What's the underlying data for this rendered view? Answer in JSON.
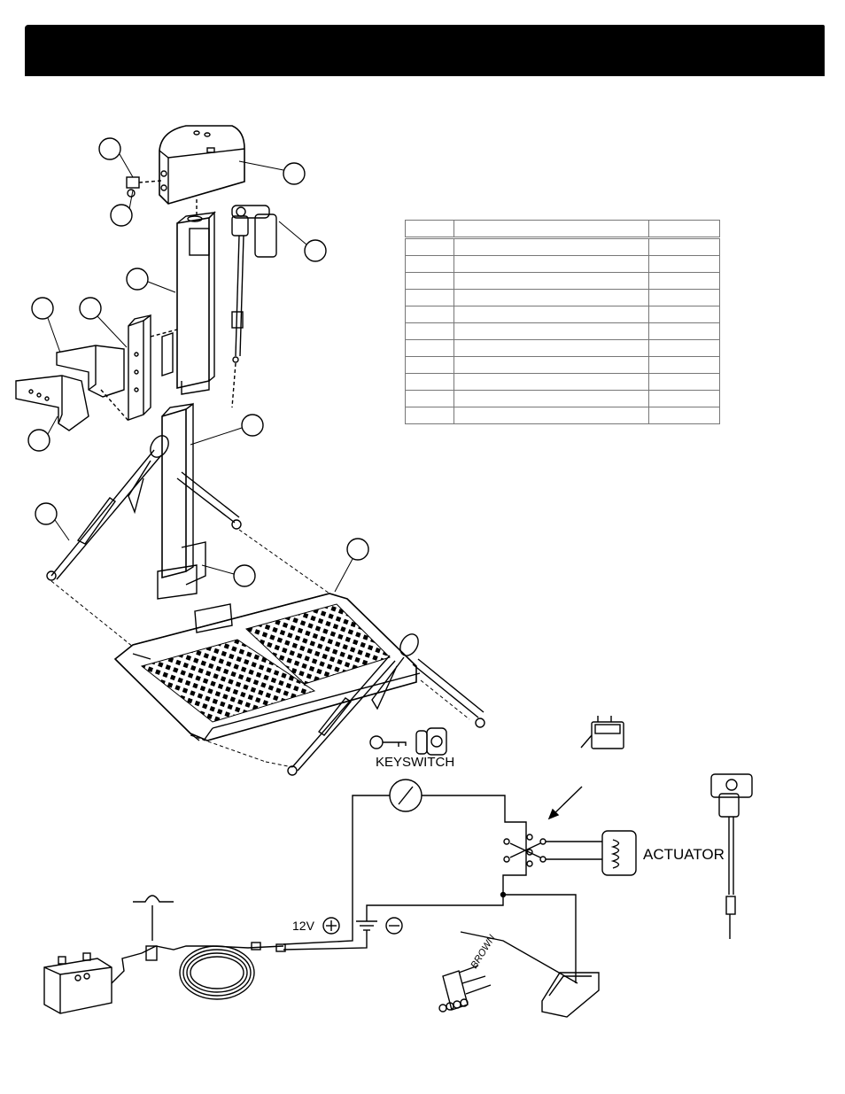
{
  "title_bar": {
    "text": ""
  },
  "parts_table": {
    "rows": [
      [
        "",
        "",
        ""
      ],
      [
        "",
        "",
        ""
      ],
      [
        "",
        "",
        ""
      ],
      [
        "",
        "",
        ""
      ],
      [
        "",
        "",
        ""
      ],
      [
        "",
        "",
        ""
      ],
      [
        "",
        "",
        ""
      ],
      [
        "",
        "",
        ""
      ],
      [
        "",
        "",
        ""
      ],
      [
        "",
        "",
        ""
      ],
      [
        "",
        "",
        ""
      ],
      [
        "",
        "",
        ""
      ]
    ]
  },
  "wiring": {
    "keyswitch_label": "KEYSWITCH",
    "actuator_label": "ACTUATOR",
    "voltage_label": "12V",
    "wire_color_label": "BROWN"
  },
  "icons": [
    "key-icon",
    "keyswitch-icon",
    "toggle-switch-icon",
    "battery-icon",
    "actuator-icon",
    "ground-icon",
    "plus-icon",
    "minus-icon",
    "breaker-icon"
  ]
}
